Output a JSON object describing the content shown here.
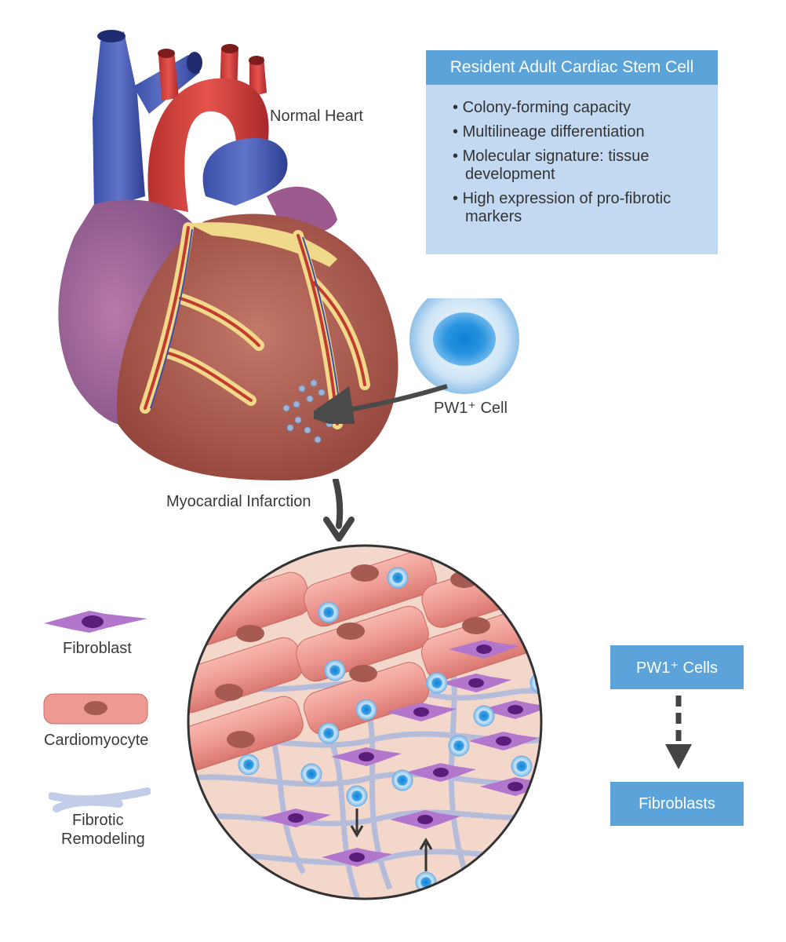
{
  "labels": {
    "normal_heart": "Normal Heart",
    "pw1_cell": "PW1⁺ Cell",
    "myocardial_infarction": "Myocardial Infarction"
  },
  "stem_panel": {
    "title": "Resident Adult Cardiac Stem Cell",
    "items": [
      "Colony-forming capacity",
      "Multilineage differentiation",
      "Molecular signature: tissue development",
      "High expression of pro-fibrotic markers"
    ]
  },
  "legend": {
    "fibroblast": "Fibroblast",
    "cardiomyocyte": "Cardiomyocyte",
    "fibrotic_line1": "Fibrotic",
    "fibrotic_line2": "Remodeling"
  },
  "flow": {
    "source": "PW1⁺ Cells",
    "target": "Fibroblasts"
  },
  "colors": {
    "panel_header": "#5ba3d9",
    "panel_body": "#c3d9f1",
    "fibroblast": "#a05ac0",
    "cardiomyocyte": "#ee9a93",
    "fibrotic": "#aab8dd",
    "pw1_cell": "#5fb6ec"
  }
}
